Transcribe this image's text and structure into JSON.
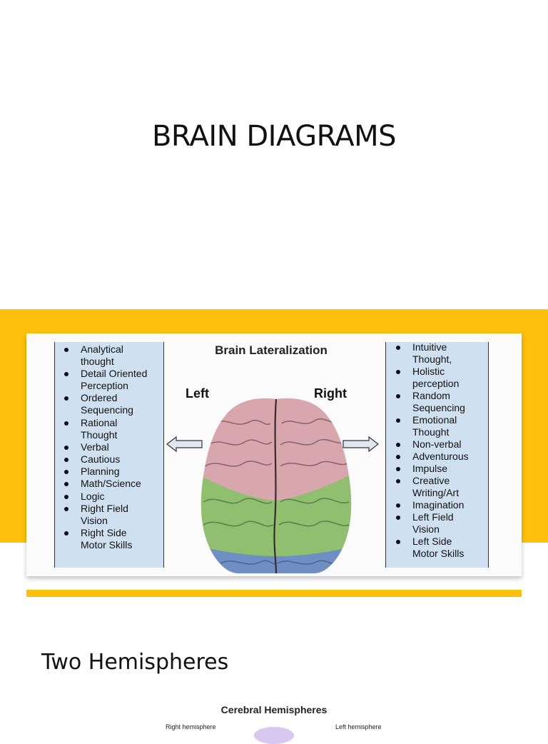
{
  "page": {
    "title": "BRAIN DIAGRAMS",
    "section_title": "Two Hemispheres",
    "accent_color": "#fdc00c"
  },
  "lateralization": {
    "title": "Brain Lateralization",
    "left_label": "Left",
    "right_label": "Right",
    "left_items": [
      "Analytical",
      "thought",
      "Detail Oriented",
      "Perception",
      "Ordered",
      "Sequencing",
      "Rational",
      "Thought",
      "Verbal",
      "Cautious",
      "Planning",
      "Math/Science",
      "Logic",
      "Right Field",
      "Vision",
      "Right Side",
      "Motor Skills"
    ],
    "right_items": [
      "Intuitive",
      "Thought,",
      "Holistic",
      "perception",
      "Random",
      "Sequencing",
      "Emotional",
      "Thought",
      "Non-verbal",
      "Adventurous",
      "Impulse",
      "Creative",
      "Writing/Art",
      "Imagination",
      "Left Field",
      "Vision",
      "Left Side",
      "Motor Skills"
    ],
    "column_color": "#cfe0f0",
    "lobe_colors": {
      "frontal": "#d8a6ad",
      "parietal": "#8fbf6f",
      "occipital": "#6f8fc4"
    }
  },
  "hemispheres": {
    "title": "Cerebral Hemispheres",
    "right_hemisphere_label": "Right hemisphere",
    "left_hemisphere_label": "Left hemisphere"
  }
}
